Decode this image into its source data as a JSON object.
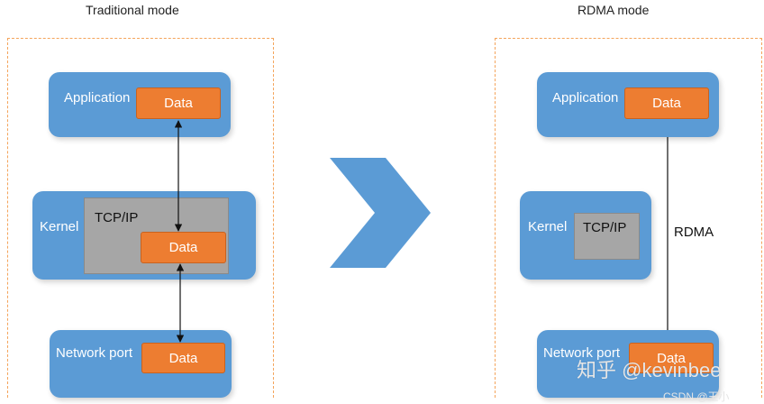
{
  "left": {
    "title": "Traditional mode",
    "application_label": "Application",
    "kernel_label": "Kernel",
    "tcpip_label": "TCP/IP",
    "network_label": "Network port",
    "data_label": "Data"
  },
  "right": {
    "title": "RDMA mode",
    "application_label": "Application",
    "kernel_label": "Kernel",
    "tcpip_label": "TCP/IP",
    "network_label": "Network port",
    "data_label": "Data",
    "rdma_label": "RDMA"
  },
  "colors": {
    "blue_box": "#5b9bd5",
    "orange_data": "#ed7d31",
    "gray_tcpip": "#a6a6a6",
    "dashed_border": "#f4a45b"
  },
  "watermark": {
    "text": "知乎 @kevinbee",
    "subtext": "CSDN @王小"
  }
}
